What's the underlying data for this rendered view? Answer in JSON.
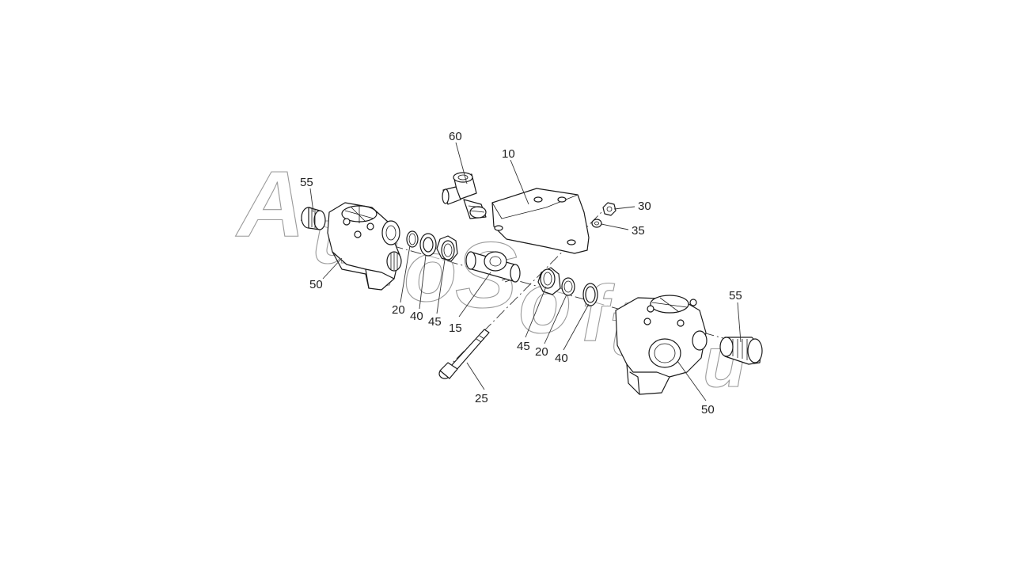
{
  "watermark": {
    "text": "AutoSoft.ru",
    "color": "#9a9a9a"
  },
  "callouts": [
    {
      "id": "c10",
      "label": "10"
    },
    {
      "id": "c15",
      "label": "15"
    },
    {
      "id": "c20a",
      "label": "20"
    },
    {
      "id": "c20b",
      "label": "20"
    },
    {
      "id": "c25",
      "label": "25"
    },
    {
      "id": "c30",
      "label": "30"
    },
    {
      "id": "c35",
      "label": "35"
    },
    {
      "id": "c40a",
      "label": "40"
    },
    {
      "id": "c40b",
      "label": "40"
    },
    {
      "id": "c45a",
      "label": "45"
    },
    {
      "id": "c45b",
      "label": "45"
    },
    {
      "id": "c50a",
      "label": "50"
    },
    {
      "id": "c50b",
      "label": "50"
    },
    {
      "id": "c55a",
      "label": "55"
    },
    {
      "id": "c55b",
      "label": "55"
    },
    {
      "id": "c60",
      "label": "60"
    }
  ]
}
